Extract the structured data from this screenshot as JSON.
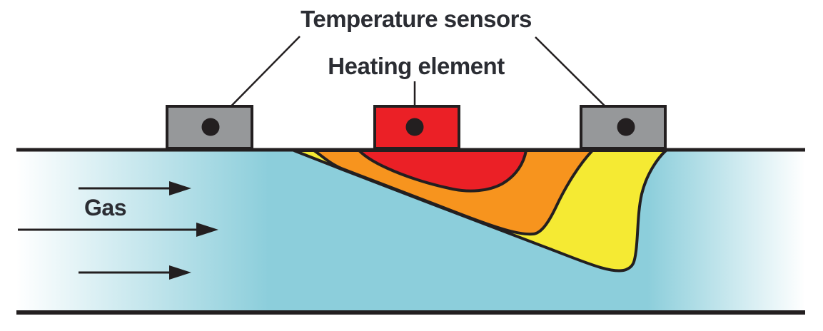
{
  "labels": {
    "temperature_sensors": "Temperature sensors",
    "heating_element": "Heating element",
    "gas": "Gas"
  },
  "colors": {
    "channel_fade_white": "#ffffff",
    "channel_blue": "#8ccedb",
    "plume_cool_yellow": "#f5ea33",
    "plume_warm_orange": "#f7941e",
    "plume_hot_red": "#eb2026",
    "heater_red": "#eb2026",
    "sensor_gray": "#96989a",
    "dot_black": "#231f20"
  },
  "components": {
    "temperature_sensor_count": 2,
    "heating_element_count": 1,
    "gas_flow_arrow_count": 3,
    "thermal_plume_layers": [
      "yellow-outer",
      "orange-middle",
      "red-inner"
    ]
  }
}
